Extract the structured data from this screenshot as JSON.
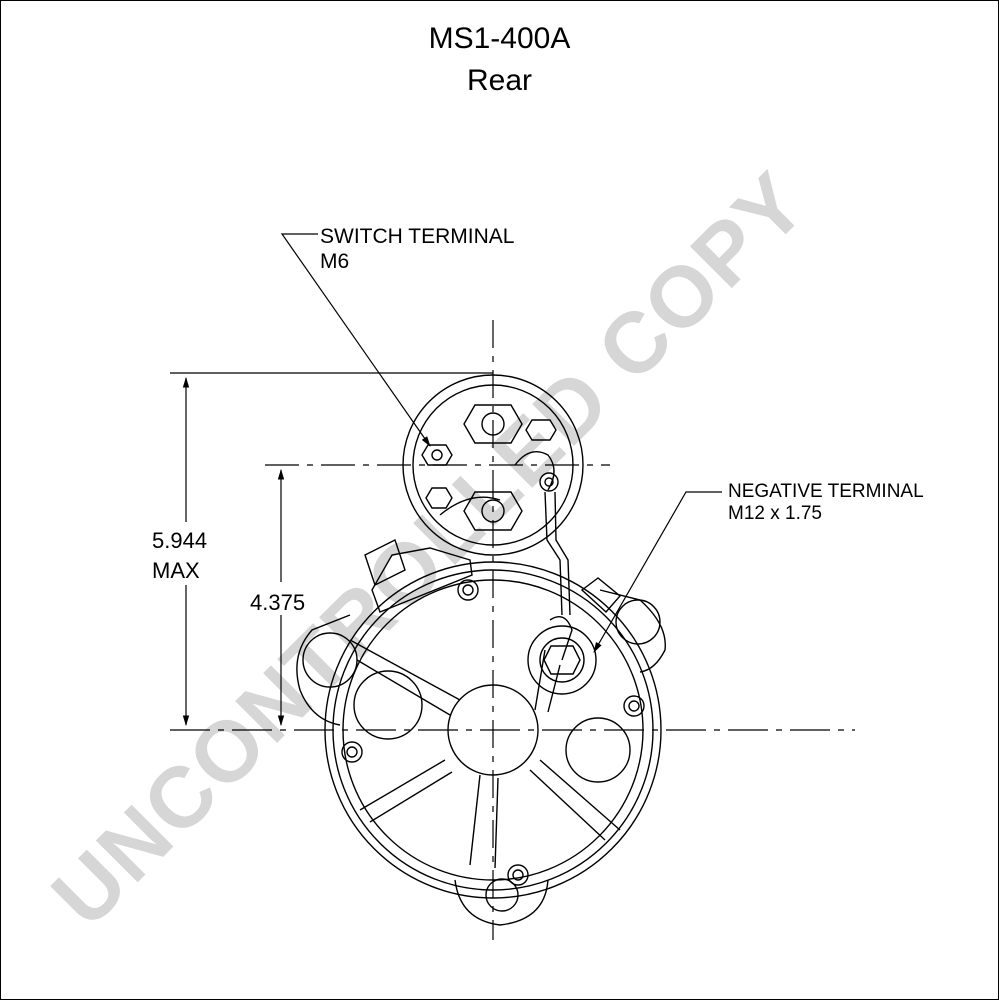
{
  "title": "MS1-400A",
  "view": "Rear",
  "callouts": {
    "switch_terminal": {
      "line1": "SWITCH TERMINAL",
      "line2": "M6"
    },
    "negative_terminal": {
      "line1": "NEGATIVE TERMINAL",
      "line2": "M12 x 1.75"
    }
  },
  "dimensions": {
    "overall_height": {
      "value": "5.944",
      "suffix": "MAX"
    },
    "center_height": {
      "value": "4.375"
    }
  },
  "watermark": "UNCONTROLLED COPY",
  "colors": {
    "ink": "#000000",
    "watermark": "#c9c9c9"
  }
}
